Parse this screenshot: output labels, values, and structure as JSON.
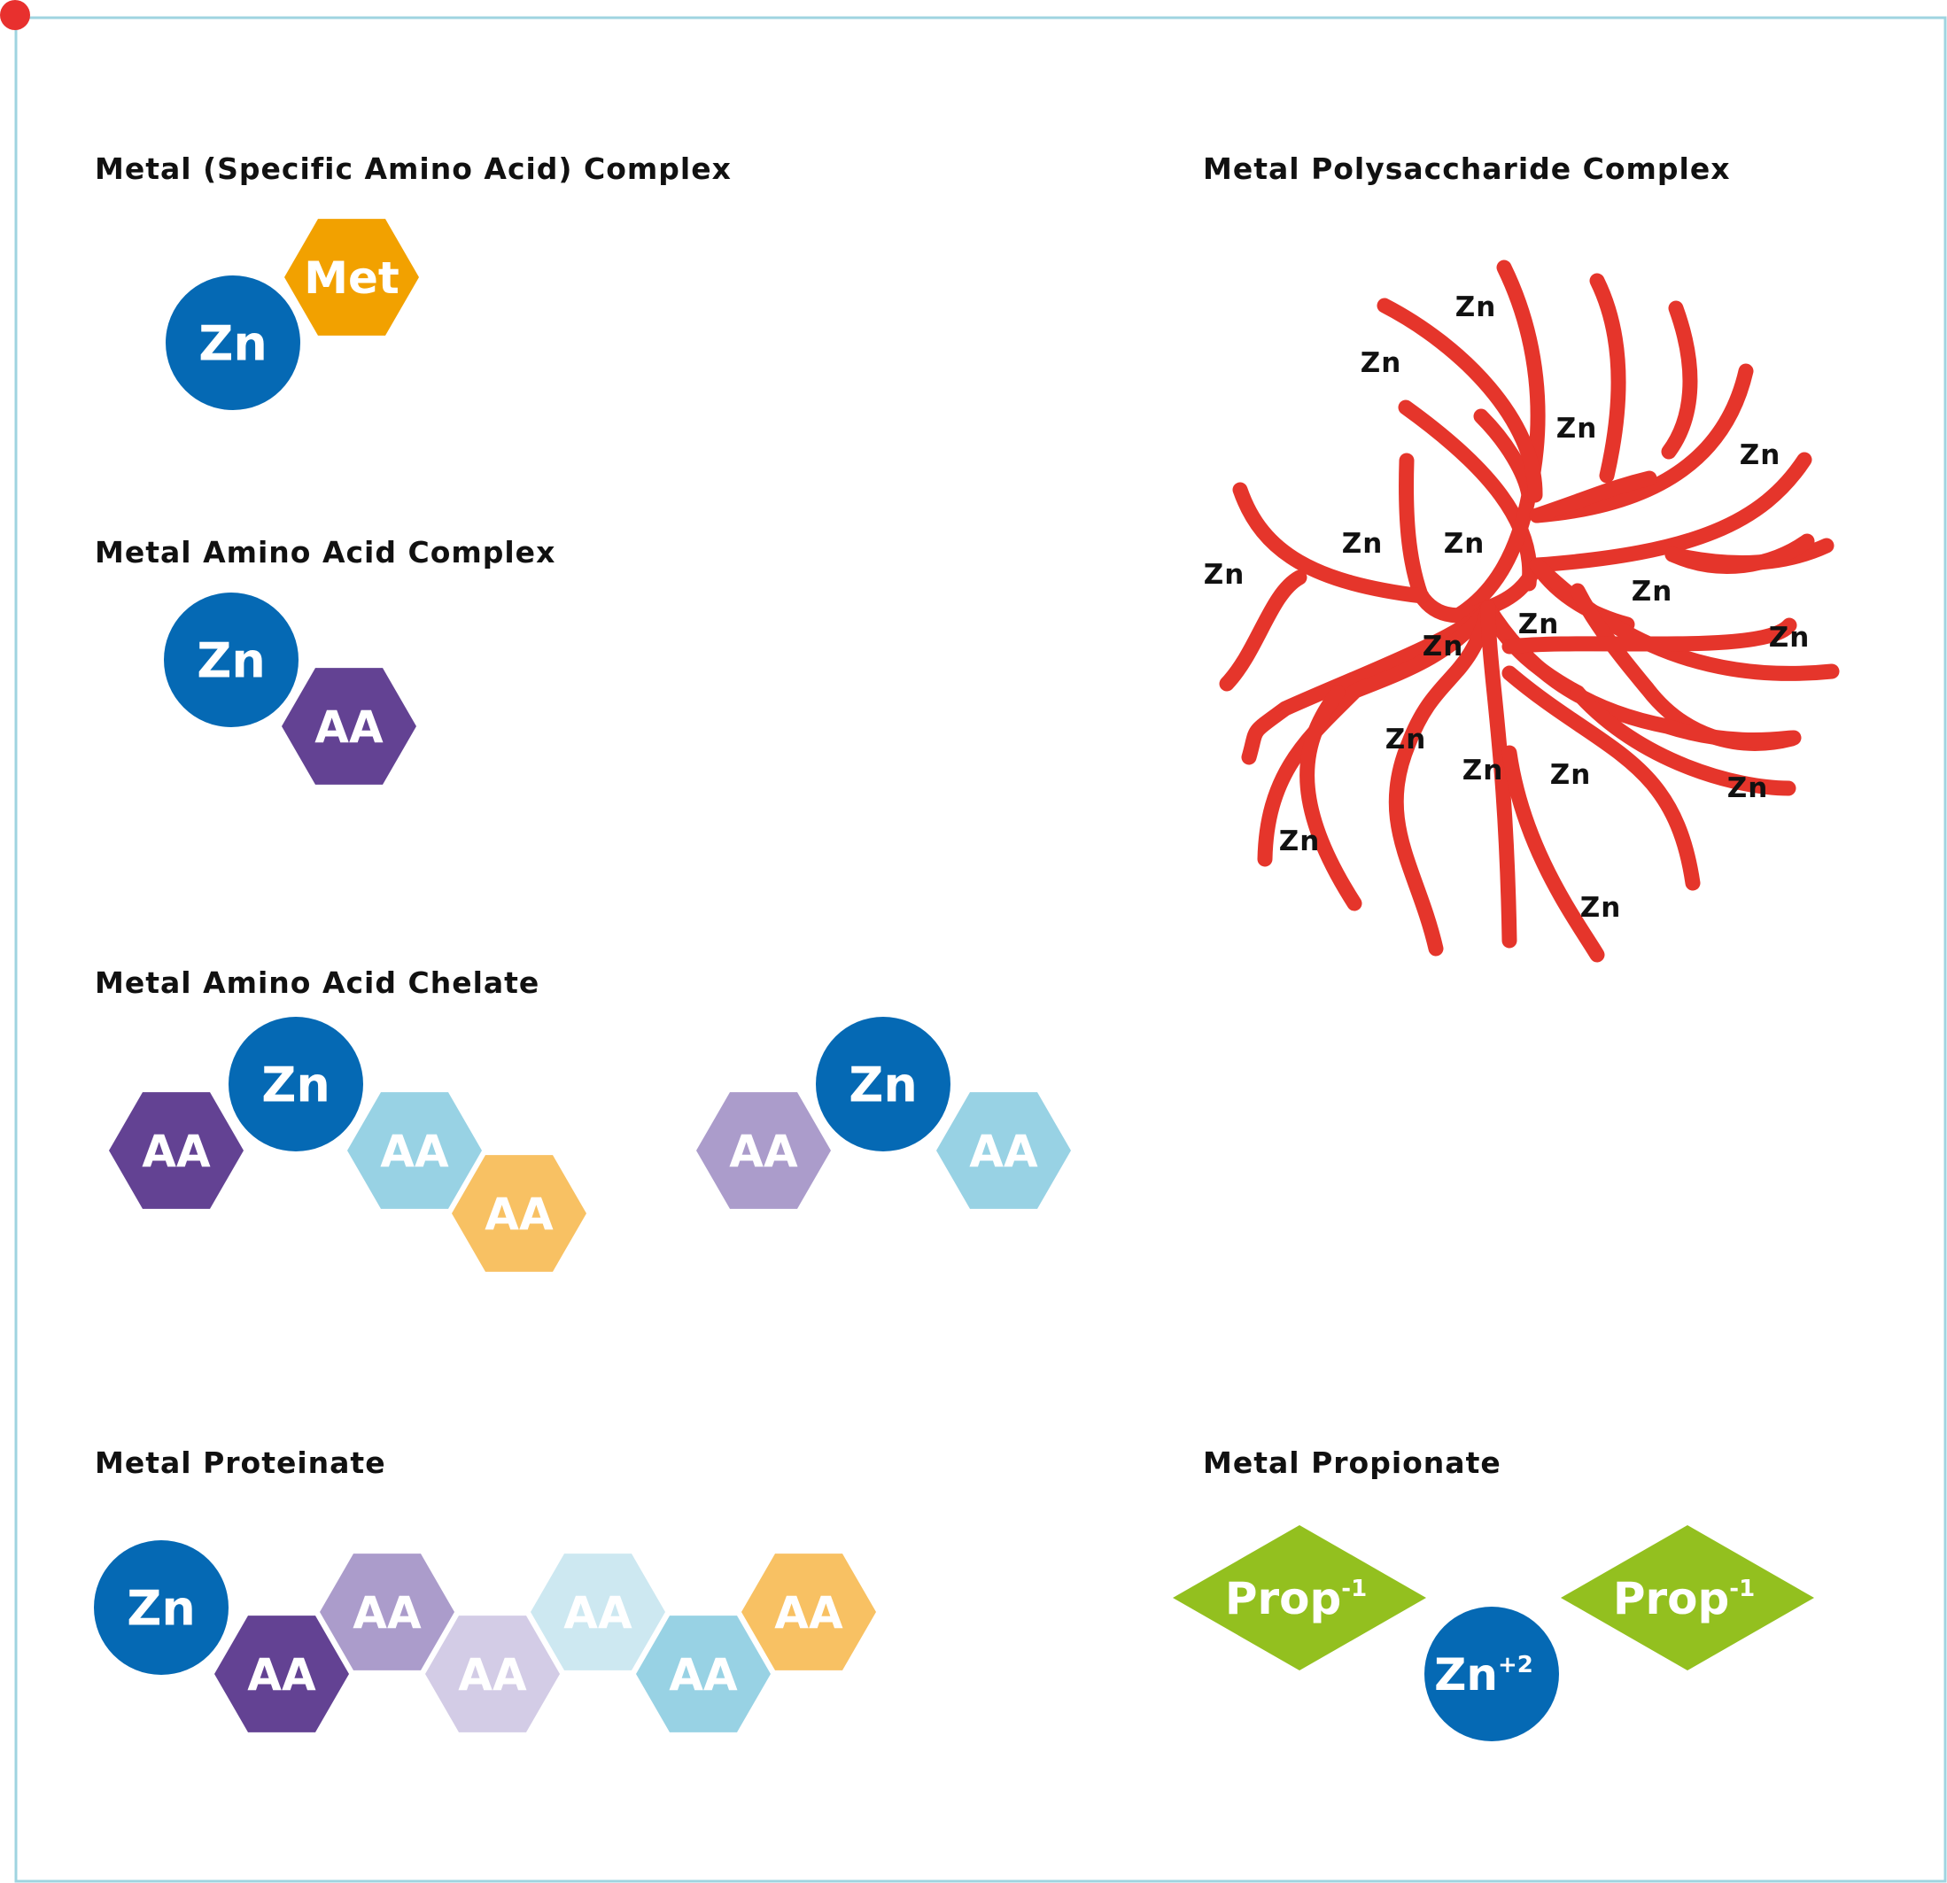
{
  "colors": {
    "frame": "#9fd4e0",
    "dot": "#e8302e",
    "zinc": "#0569b4",
    "met": "#f2a100",
    "aa_dark_purple": "#634293",
    "aa_light_blue": "#98d2e4",
    "aa_orange": "#f8c163",
    "aa_lavender": "#ab9ccb",
    "aa_pale_lavender": "#d3cce6",
    "aa_pale_blue": "#cde8f1",
    "prop_green": "#93c01f",
    "branch_red": "#e5352b"
  },
  "icons": {
    "corner": "red-dot-icon"
  },
  "sections": {
    "specific": {
      "title": "Metal (Specific Amino Acid) Complex",
      "metal": "Zn",
      "ligand": "Met"
    },
    "amino_complex": {
      "title": "Metal Amino Acid Complex",
      "metal": "Zn",
      "ligand": "AA"
    },
    "chelate": {
      "title": "Metal Amino Acid Chelate",
      "metal": "Zn",
      "ligand": "AA"
    },
    "proteinate": {
      "title": "Metal Proteinate",
      "metal": "Zn",
      "ligand": "AA"
    },
    "polysaccharide": {
      "title": "Metal Polysaccharide Complex",
      "metal": "Zn"
    },
    "propionate": {
      "title": "Metal Propionate",
      "metal": "Zn",
      "metal_charge": "+2",
      "ligand": "Prop",
      "ligand_charge": "-1"
    }
  }
}
